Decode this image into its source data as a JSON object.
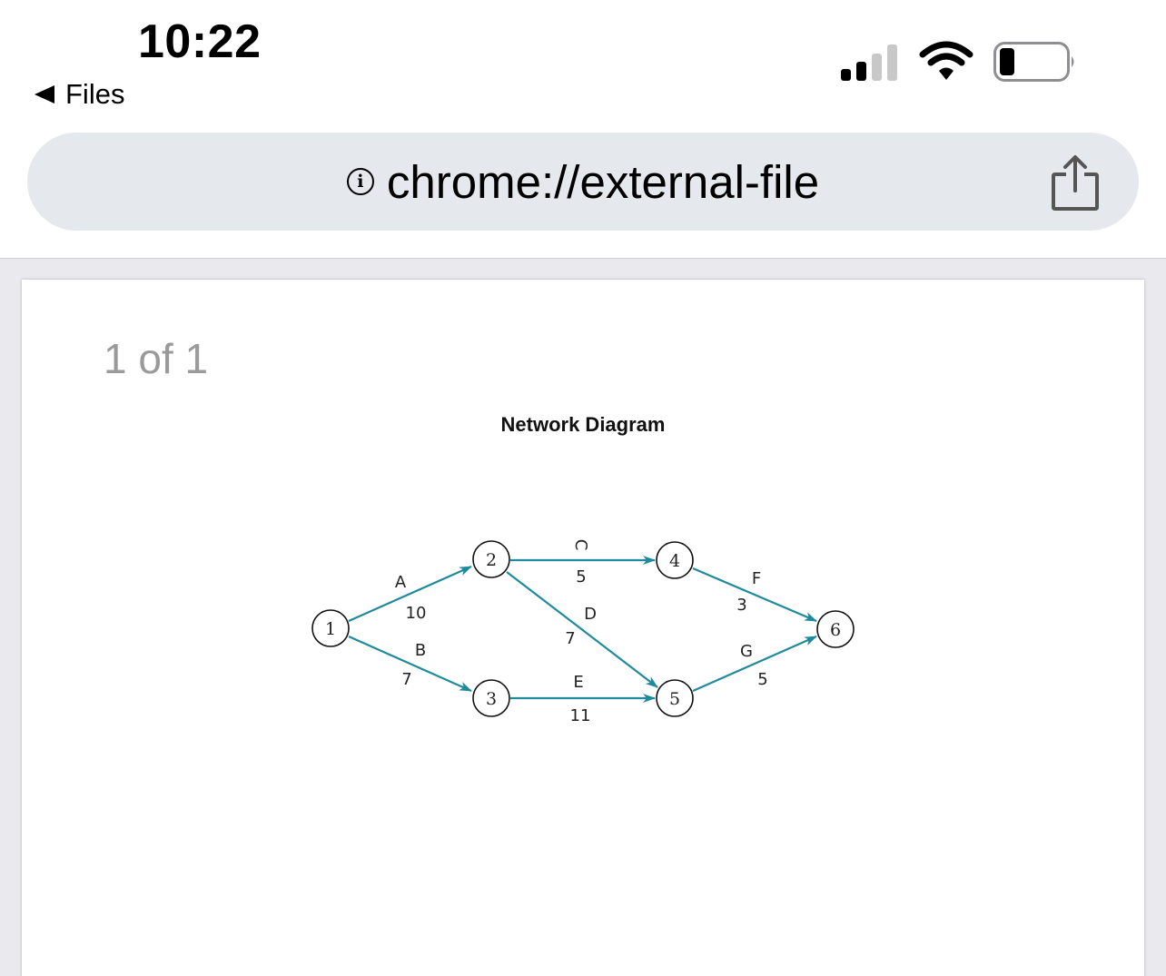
{
  "status_bar": {
    "time": "10:22",
    "back_label": "Files",
    "signal_icon": "cellular-signal-icon",
    "wifi_icon": "wifi-icon",
    "battery_icon": "battery-icon"
  },
  "browser": {
    "url": "chrome://external-file",
    "info_icon": "info-icon",
    "share_icon": "share-icon"
  },
  "viewer": {
    "page_indicator": "1 of 1"
  },
  "document": {
    "title": "Network Diagram",
    "nodes": [
      {
        "id": "1",
        "label": "1"
      },
      {
        "id": "2",
        "label": "2"
      },
      {
        "id": "3",
        "label": "3"
      },
      {
        "id": "4",
        "label": "4"
      },
      {
        "id": "5",
        "label": "5"
      },
      {
        "id": "6",
        "label": "6"
      }
    ],
    "edges": [
      {
        "from": "1",
        "to": "2",
        "activity": "A",
        "duration": "10"
      },
      {
        "from": "1",
        "to": "3",
        "activity": "B",
        "duration": "7"
      },
      {
        "from": "2",
        "to": "4",
        "activity": "C",
        "duration": "5"
      },
      {
        "from": "2",
        "to": "5",
        "activity": "D",
        "duration": "7"
      },
      {
        "from": "3",
        "to": "5",
        "activity": "E",
        "duration": "11"
      },
      {
        "from": "4",
        "to": "6",
        "activity": "F",
        "duration": "3"
      },
      {
        "from": "5",
        "to": "6",
        "activity": "G",
        "duration": "5"
      }
    ],
    "colors": {
      "edge": "#1e8a9b",
      "node_stroke": "#111111"
    }
  }
}
